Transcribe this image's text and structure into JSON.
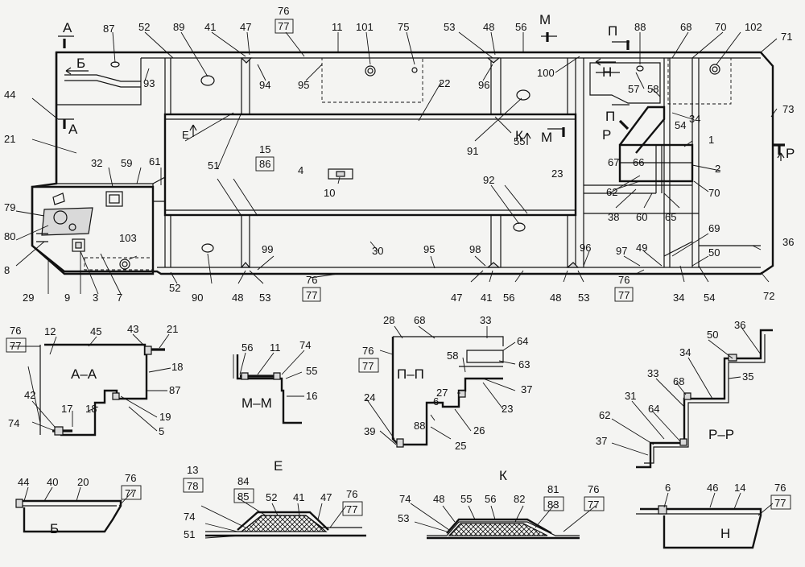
{
  "labels": {
    "l1": "1",
    "l2": "2",
    "l3": "3",
    "l4": "4",
    "l5": "5",
    "l6": "6",
    "l7": "7",
    "l8": "8",
    "l9": "9",
    "l10": "10",
    "l11": "11",
    "l12": "12",
    "l13": "13",
    "l14": "14",
    "l15": "15",
    "l16": "16",
    "l17": "17",
    "l18": "18",
    "l19": "19",
    "l20": "20",
    "l21": "21",
    "l22": "22",
    "l23": "23",
    "l24": "24",
    "l25": "25",
    "l26": "26",
    "l27": "27",
    "l28": "28",
    "l29": "29",
    "l30": "30",
    "l31": "31",
    "l32": "32",
    "l33": "33",
    "l34": "34",
    "l35": "35",
    "l36": "36",
    "l37": "37",
    "l38": "38",
    "l39": "39",
    "l40": "40",
    "l41": "41",
    "l42": "42",
    "l43": "43",
    "l44": "44",
    "l45": "45",
    "l46": "46",
    "l47": "47",
    "l48": "48",
    "l49": "49",
    "l50": "50",
    "l51": "51",
    "l52": "52",
    "l53": "53",
    "l54": "54",
    "l55": "55",
    "l56": "56",
    "l57": "57",
    "l58": "58",
    "l59": "59",
    "l60": "60",
    "l61": "61",
    "l62": "62",
    "l63": "63",
    "l64": "64",
    "l65": "65",
    "l66": "66",
    "l67": "67",
    "l68": "68",
    "l69": "69",
    "l70": "70",
    "l71": "71",
    "l72": "72",
    "l73": "73",
    "l74": "74",
    "l75": "75",
    "l76": "76",
    "l77": "77",
    "l78": "78",
    "l79": "79",
    "l80": "80",
    "l81": "81",
    "l82": "82",
    "l83": "83",
    "l84": "84",
    "l85": "85",
    "l86": "86",
    "l87": "87",
    "l88": "88",
    "l89": "89",
    "l90": "90",
    "l91": "91",
    "l92": "92",
    "l93": "93",
    "l94": "94",
    "l95": "95",
    "l96": "96",
    "l97": "97",
    "l98": "98",
    "l99": "99",
    "l100": "100",
    "l101": "101",
    "l102": "102",
    "l103": "103"
  },
  "section_letters": {
    "A": "А",
    "B": "Б",
    "M": "М",
    "P": "П",
    "N": "Н",
    "R": "Р",
    "K": "К",
    "E": "Е"
  },
  "section_titles": {
    "aa": "А–А",
    "mm": "М–М",
    "pp": "П–П",
    "rr": "Р–Р",
    "b": "Б",
    "e": "Е",
    "k": "К",
    "n": "Н"
  }
}
